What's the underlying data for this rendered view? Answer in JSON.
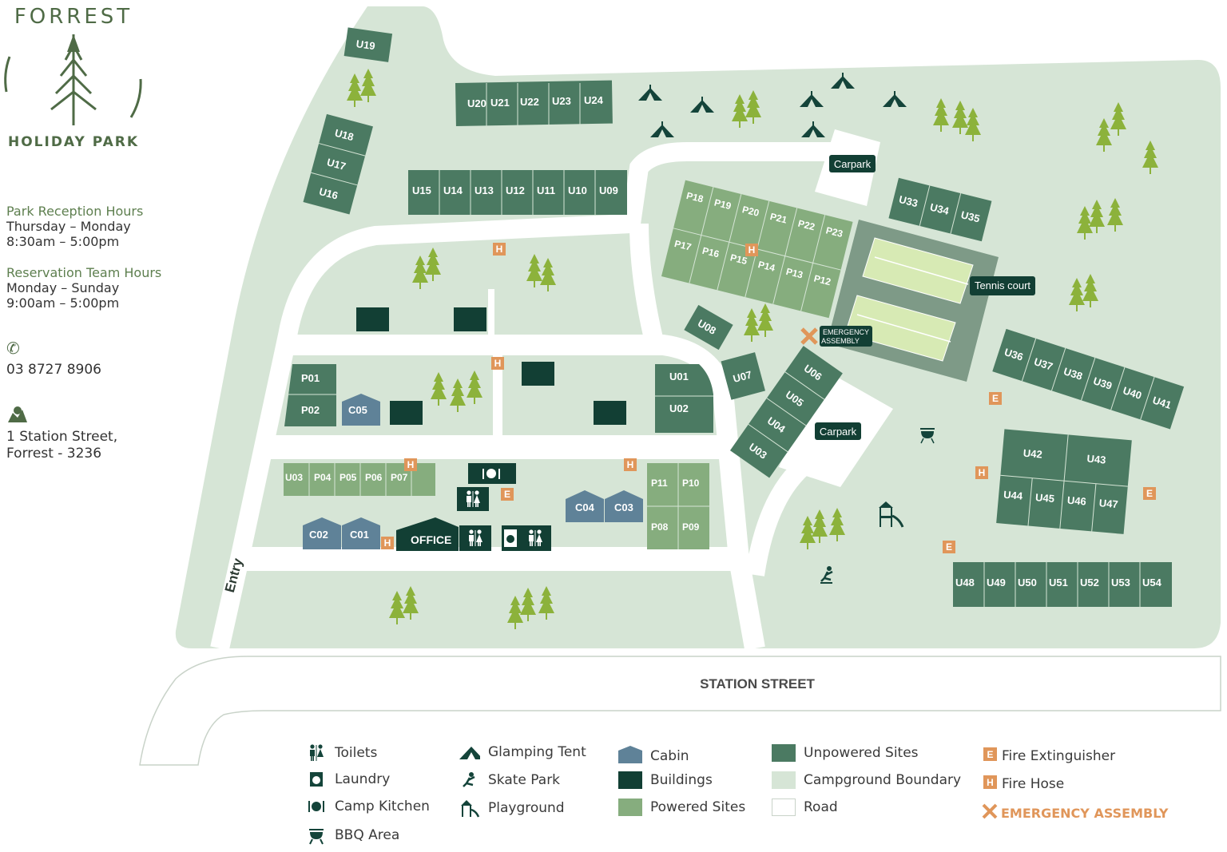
{
  "logo": {
    "text_top": "FORREST",
    "text_bottom": "HOLIDAY PARK"
  },
  "info": {
    "reception_title": "Park Reception Hours",
    "reception_days": "Thursday – Monday",
    "reception_hours": "8:30am – 5:00pm",
    "reservation_title": "Reservation Team Hours",
    "reservation_days": "Monday – Sunday",
    "reservation_hours": "9:00am – 5:00pm",
    "phone": "03 8727 8906",
    "address_line1": "1 Station  Street,",
    "address_line2": "Forrest - 3236"
  },
  "colors": {
    "boundary": "#d6e5d6",
    "unpowered": "#4b7a62",
    "powered": "#86ad7e",
    "cabin": "#5f8298",
    "building": "#123f34",
    "road": "#ffffff",
    "tree": "#8cb23b",
    "fire": "#e0965a",
    "tennis_surround": "#7e9a87",
    "court": "#d7eab4"
  },
  "map": {
    "street_name": "STATION STREET",
    "entry_label": "Entry",
    "office_label": "OFFICE",
    "carpark_label": "Carpark",
    "tennis_label": "Tennis court",
    "emergency_label_line1": "EMERGENCY",
    "emergency_label_line2": "ASSEMBLY",
    "sites": {
      "U19": "U19",
      "U20": "U20",
      "U21": "U21",
      "U22": "U22",
      "U23": "U23",
      "U24": "U24",
      "U18": "U18",
      "U17": "U17",
      "U16": "U16",
      "U15": "U15",
      "U14": "U14",
      "U13": "U13",
      "U12": "U12",
      "U11": "U11",
      "U10": "U10",
      "U09": "U09",
      "P18": "P18",
      "P19": "P19",
      "P20": "P20",
      "P21": "P21",
      "P22": "P22",
      "P23": "P23",
      "P17": "P17",
      "P16": "P16",
      "P15": "P15",
      "P14": "P14",
      "P13": "P13",
      "P12": "P12",
      "U33": "U33",
      "U34": "U34",
      "U35": "U35",
      "U08": "U08",
      "U07": "U07",
      "U06": "U06",
      "U05": "U05",
      "U04": "U04",
      "U03b": "U03",
      "U36": "U36",
      "U37": "U37",
      "U38": "U38",
      "U39": "U39",
      "U40": "U40",
      "U41": "U41",
      "U42": "U42",
      "U43": "U43",
      "U44": "U44",
      "U45": "U45",
      "U46": "U46",
      "U47": "U47",
      "U48": "U48",
      "U49": "U49",
      "U50": "U50",
      "U51": "U51",
      "U52": "U52",
      "U53": "U53",
      "U54": "U54",
      "P01": "P01",
      "P02": "P02",
      "C05": "C05",
      "U01": "U01",
      "U02": "U02",
      "U03": "U03",
      "P04": "P04",
      "P05": "P05",
      "P06": "P06",
      "P07": "P07",
      "C04": "C04",
      "C03": "C03",
      "C02": "C02",
      "C01": "C01",
      "P11": "P11",
      "P10": "P10",
      "P08": "P08",
      "P09": "P09"
    },
    "fire_hose_letter": "H",
    "extinguisher_letter": "E"
  },
  "legend": {
    "toilets": "Toilets",
    "laundry": "Laundry",
    "camp_kitchen": "Camp Kitchen",
    "bbq": "BBQ Area",
    "glamping": "Glamping Tent",
    "skate": "Skate Park",
    "playground": "Playground",
    "cabin": "Cabin",
    "buildings": "Buildings",
    "powered": "Powered Sites",
    "unpowered": "Unpowered Sites",
    "boundary": "Campground Boundary",
    "road": "Road",
    "extinguisher": "Fire Extinguisher",
    "hose": "Fire Hose",
    "assembly": "EMERGENCY ASSEMBLY"
  }
}
